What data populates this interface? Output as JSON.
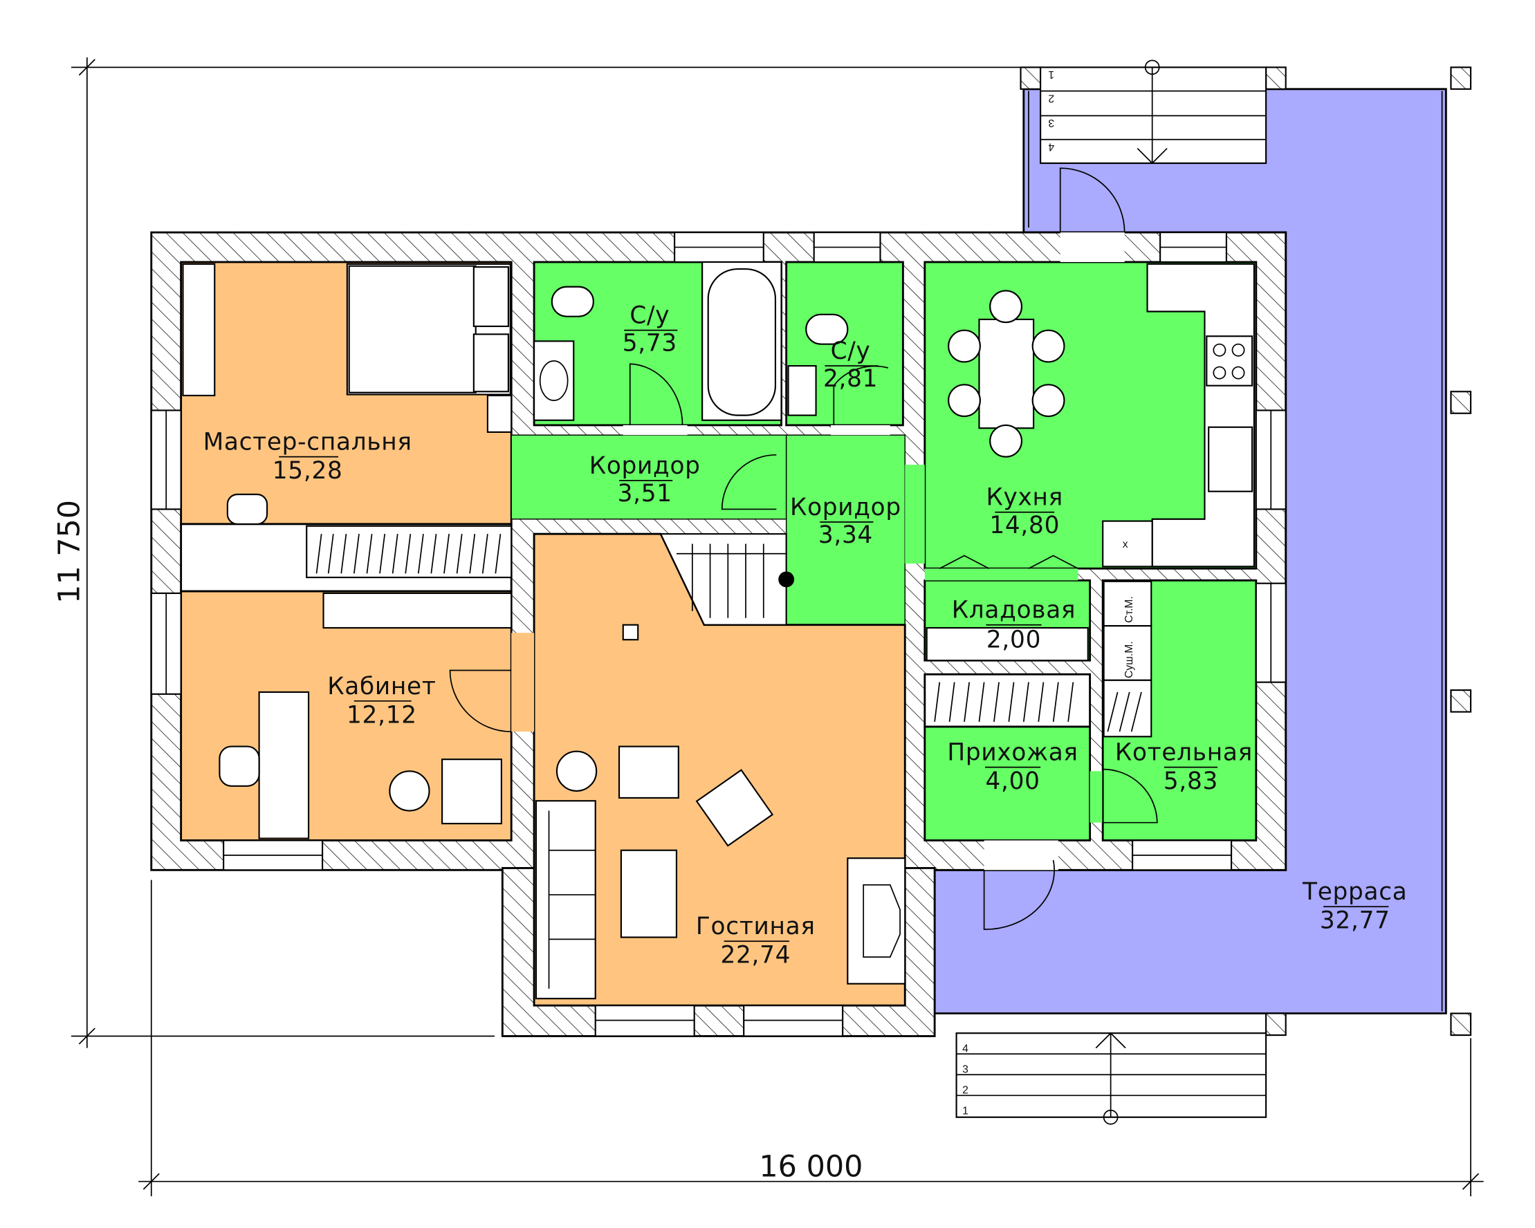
{
  "colors": {
    "living_zone": "#FFC580",
    "wet_zone": "#66FF66",
    "terrace": "#AAAAFF",
    "wall_hatch": "#000000"
  },
  "dimensions": {
    "height": "11 750",
    "width": "16 000"
  },
  "rooms": {
    "master_bedroom": {
      "name": "Мастер-спальня",
      "area": "15,28"
    },
    "study": {
      "name": "Кабинет",
      "area": "12,12"
    },
    "bathroom_1": {
      "name": "С/у",
      "area": "5,73"
    },
    "bathroom_2": {
      "name": "С/у",
      "area": "2,81"
    },
    "corridor_1": {
      "name": "Коридор",
      "area": "3,51"
    },
    "corridor_2": {
      "name": "Коридор",
      "area": "3,34"
    },
    "kitchen": {
      "name": "Кухня",
      "area": "14,80"
    },
    "pantry": {
      "name": "Кладовая",
      "area": "2,00"
    },
    "hallway": {
      "name": "Прихожая",
      "area": "4,00"
    },
    "boiler_room": {
      "name": "Котельная",
      "area": "5,83"
    },
    "living_room": {
      "name": "Гостиная",
      "area": "22,74"
    },
    "terrace": {
      "name": "Терраса",
      "area": "32,77"
    }
  },
  "appliances": {
    "washer": "Ст.М.",
    "dryer": "Суш.М.",
    "boiler_mark": "x"
  },
  "stairs": {
    "top_steps": [
      "1",
      "2",
      "3",
      "4"
    ],
    "bottom_steps": [
      "4",
      "3",
      "2",
      "1"
    ]
  }
}
